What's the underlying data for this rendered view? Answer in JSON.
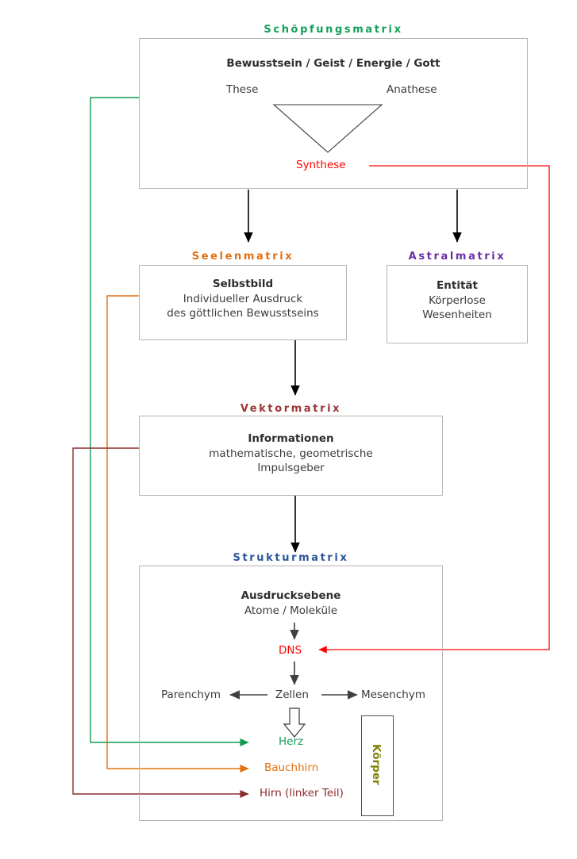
{
  "diagram": {
    "title_colors": {
      "schoepfungsmatrix": "#14A05A",
      "seelenmatrix": "#E2700F",
      "astralmatrix": "#6A2FA8",
      "vektormatrix": "#9C3535",
      "strukturmatrix": "#2B5597"
    },
    "accent_colors": {
      "synthese_red": "#FF0000",
      "herz_green": "#14A05A",
      "bauchhirn_orange": "#E2700F",
      "hirn_darkred": "#8C2C2C",
      "koerper_olive": "#7F8000",
      "box_border": "#b4b4b4",
      "arrow_black": "#000000"
    },
    "matrices": [
      {
        "key": "schoepfungsmatrix",
        "title": "Schöpfungsmatrix",
        "head": "Bewusstsein / Geist / Energie / Gott",
        "labels": {
          "left": "These",
          "right": "Anathese",
          "bottom": "Synthese"
        }
      },
      {
        "key": "seelenmatrix",
        "title": "Seelenmatrix",
        "head": "Selbstbild",
        "lines": [
          "Individueller Ausdruck",
          "des göttlichen Bewusstseins"
        ]
      },
      {
        "key": "astralmatrix",
        "title": "Astralmatrix",
        "head": "Entität",
        "lines": [
          "Körperlose",
          "Wesenheiten"
        ]
      },
      {
        "key": "vektormatrix",
        "title": "Vektormatrix",
        "head": "Informationen",
        "lines": [
          "mathematische, geometrische",
          "Impulsgeber"
        ]
      },
      {
        "key": "strukturmatrix",
        "title": "Strukturmatrix",
        "head": "Ausdrucksebene",
        "lines": [
          "Atome / Moleküle"
        ],
        "nodes": {
          "dns": "DNS",
          "zellen": "Zellen",
          "parenchym": "Parenchym",
          "mesenchym": "Mesenchym",
          "herz": "Herz",
          "bauchhirn": "Bauchhirn",
          "hirn": "Hirn (linker Teil)",
          "koerper": "Körper"
        }
      }
    ]
  }
}
